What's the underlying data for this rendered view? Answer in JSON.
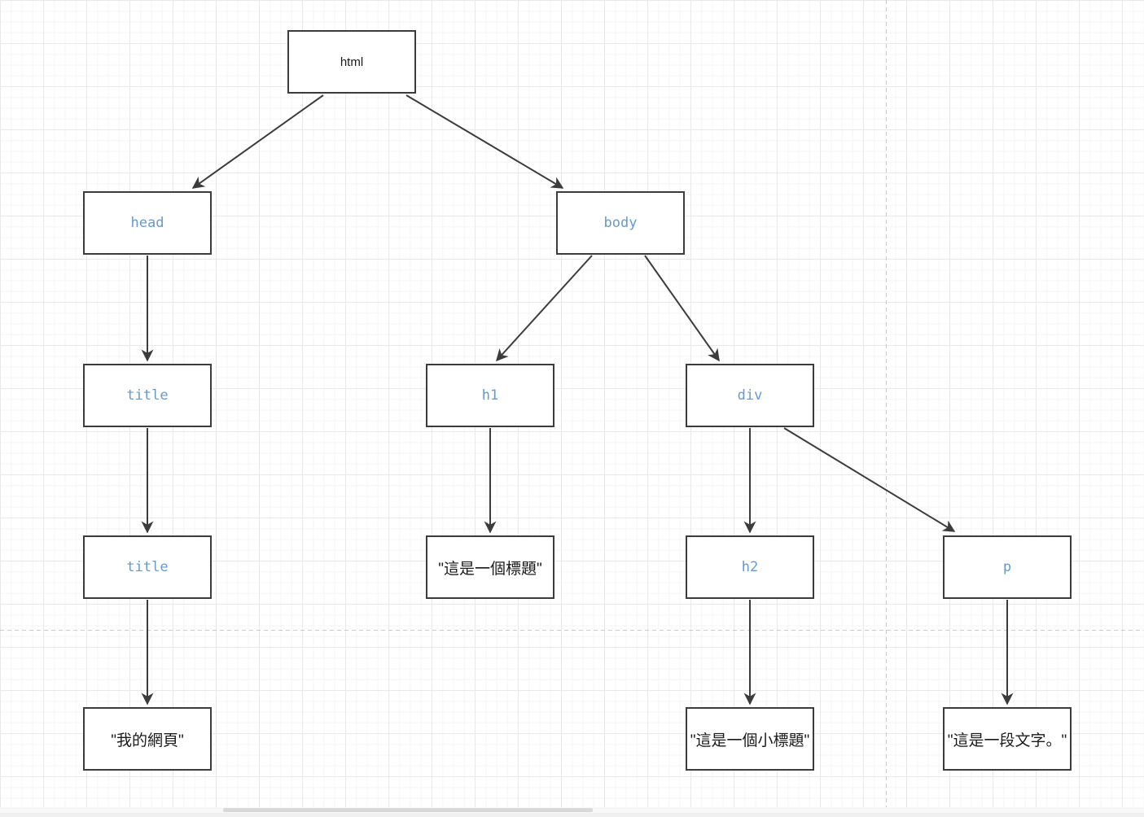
{
  "diagram": {
    "description": "DOM tree of an HTML document",
    "nodes": [
      {
        "id": "html",
        "label": "html",
        "kind": "element-plain"
      },
      {
        "id": "head",
        "label": "head",
        "kind": "element-code"
      },
      {
        "id": "body",
        "label": "body",
        "kind": "element-code"
      },
      {
        "id": "title-1",
        "label": "title",
        "kind": "element-code"
      },
      {
        "id": "h1",
        "label": "h1",
        "kind": "element-code"
      },
      {
        "id": "div",
        "label": "div",
        "kind": "element-code"
      },
      {
        "id": "title-2",
        "label": "title",
        "kind": "element-code"
      },
      {
        "id": "h1-text",
        "label": "\"這是一個標題\"",
        "kind": "text"
      },
      {
        "id": "h2",
        "label": "h2",
        "kind": "element-code"
      },
      {
        "id": "p",
        "label": "p",
        "kind": "element-code"
      },
      {
        "id": "title-text",
        "label": "\"我的網頁\"",
        "kind": "text"
      },
      {
        "id": "h2-text",
        "label": "\"這是一個小標題\"",
        "kind": "text"
      },
      {
        "id": "p-text",
        "label": "\"這是一段文字。\"",
        "kind": "text"
      }
    ],
    "edges": [
      {
        "from": "html",
        "to": "head"
      },
      {
        "from": "html",
        "to": "body"
      },
      {
        "from": "head",
        "to": "title-1"
      },
      {
        "from": "title-1",
        "to": "title-2"
      },
      {
        "from": "title-2",
        "to": "title-text"
      },
      {
        "from": "body",
        "to": "h1"
      },
      {
        "from": "body",
        "to": "div"
      },
      {
        "from": "h1",
        "to": "h1-text"
      },
      {
        "from": "div",
        "to": "h2"
      },
      {
        "from": "div",
        "to": "p"
      },
      {
        "from": "h2",
        "to": "h2-text"
      },
      {
        "from": "p",
        "to": "p-text"
      }
    ]
  },
  "colors": {
    "node_border": "#3c3c3c",
    "code_text": "#6699cc",
    "plain_text": "#1a1a1a",
    "edge": "#3c3c3c",
    "grid_minor": "#f5f5f5",
    "grid_major": "#e9e9e9",
    "page_guide": "#c9c9c9",
    "scrollbar_thumb": "#d9d9d9"
  }
}
